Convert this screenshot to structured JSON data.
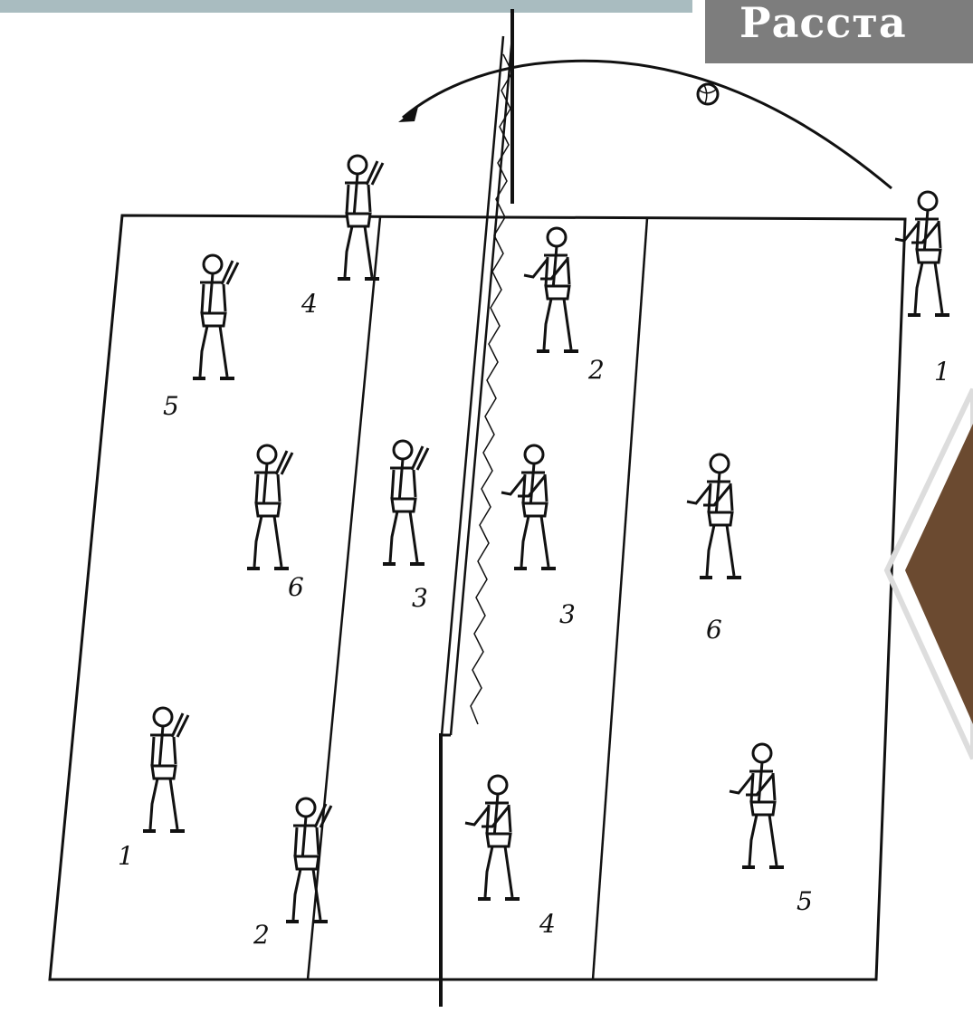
{
  "slide": {
    "title": "Расста",
    "accent_color": "#a9bcc0",
    "title_bg": "#7d7d7d",
    "arrow_color": "#6b4a30",
    "arrow_icon": "chevron-left-icon"
  },
  "diagram": {
    "ball_icon": "volleyball-icon",
    "left_team_numbers": [
      "4",
      "5",
      "6",
      "3",
      "1",
      "2"
    ],
    "right_team_numbers": [
      "1",
      "2",
      "3",
      "6",
      "4",
      "5"
    ]
  }
}
